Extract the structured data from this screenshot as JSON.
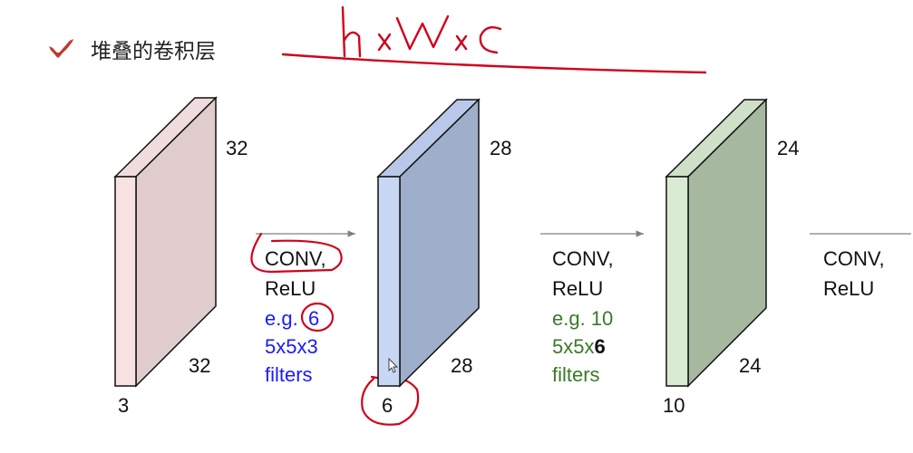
{
  "slide": {
    "title": "堆叠的卷积层",
    "handwriting": "h x W x C"
  },
  "volumes": [
    {
      "height_label": "32",
      "width_label": "32",
      "depth_label": "3"
    },
    {
      "height_label": "28",
      "width_label": "28",
      "depth_label": "6"
    },
    {
      "height_label": "24",
      "width_label": "24",
      "depth_label": "10"
    }
  ],
  "layers": [
    {
      "line1": "CONV,",
      "line2": "ReLU",
      "example": "e.g.",
      "num_filters": "6",
      "filter_size": "5x5x3",
      "filters_word": "filters"
    },
    {
      "line1": "CONV,",
      "line2": "ReLU",
      "example": "e.g. 10",
      "filter_size_prefix": "5x5x",
      "filter_size_depth": "6",
      "filters_word": "filters"
    },
    {
      "line1": "CONV,",
      "line2": "ReLU"
    }
  ],
  "colors": {
    "check": "#c0392b",
    "annotation_red": "#d0021b",
    "blue_text": "#1a1aff",
    "green_text": "#3a7a28",
    "arrow": "#808080",
    "vol1_front": "#f7e1e1",
    "vol1_side": "#e1cccd",
    "vol1_top": "#f0dcdc",
    "vol2_front": "#c8d7f3",
    "vol2_side": "#9eaecb",
    "vol2_top": "#b9c8e8",
    "vol3_front": "#daebd4",
    "vol3_side": "#a7b8a0",
    "vol3_top": "#cfe0c8"
  }
}
